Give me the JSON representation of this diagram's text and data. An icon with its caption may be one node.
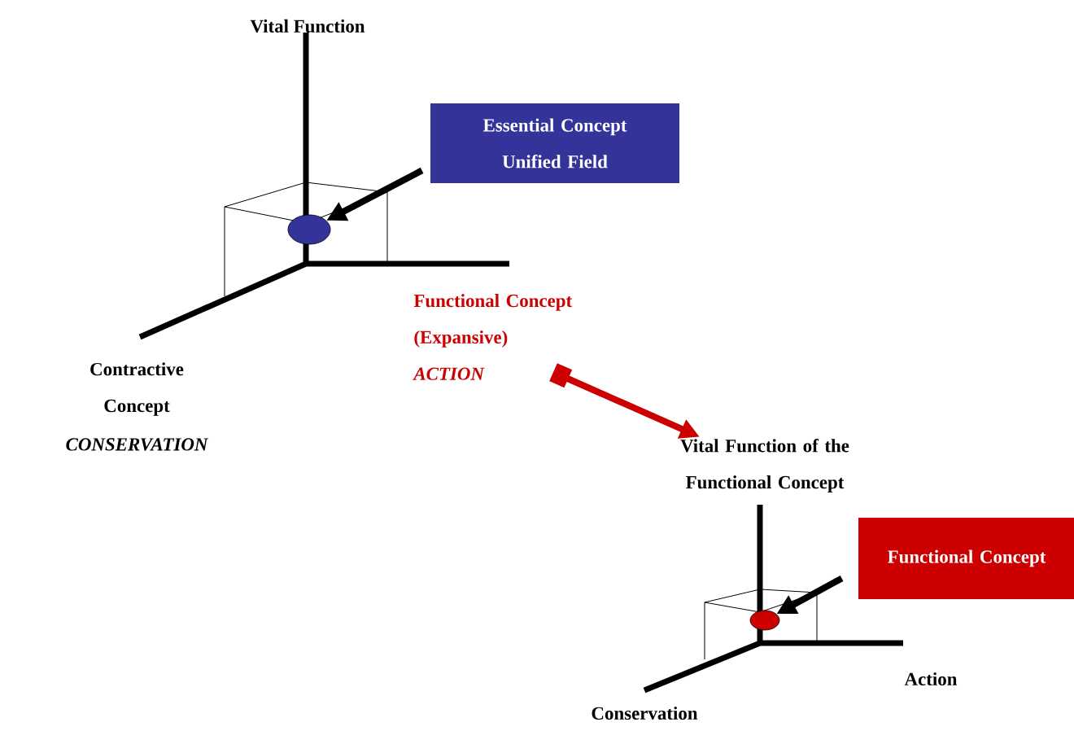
{
  "diagram": {
    "nodes": [
      {
        "text": [
          "Essential Concept Unified Field"
        ]
      },
      {
        "text": [],
        "shape": "circle"
      },
      {
        "text": [
          "Functional Concept (Expansive)",
          "ACTION"
        ]
      },
      {
        "text": [
          "Vital Function of the Functional Concept"
        ]
      },
      {
        "text": [
          "Functional Concept"
        ]
      },
      {
        "text": [],
        "shape": "circle"
      }
    ],
    "edges": [
      {
        "from": 0,
        "to": 1,
        "arrow": "to"
      },
      {
        "from": 2,
        "to": 3,
        "arrow": "to",
        "color": "#cc0000"
      },
      {
        "from": 4,
        "to": 5,
        "arrow": "to"
      }
    ],
    "labels": [
      "Vital Function",
      "Contractive Concept",
      "CONSERVATION",
      "Action",
      "Conservation"
    ]
  }
}
